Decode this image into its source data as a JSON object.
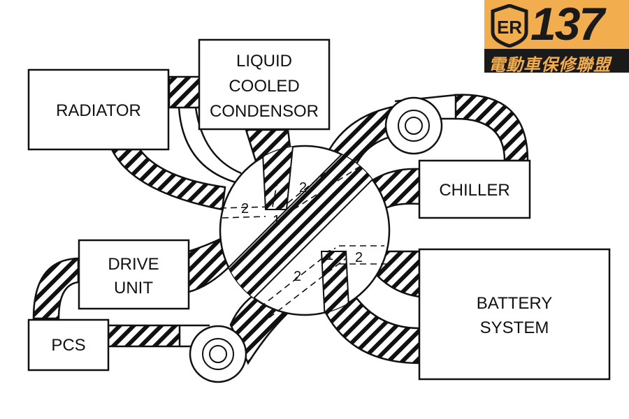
{
  "diagram": {
    "title": "Thermal management loop with multi-port valve",
    "components": {
      "radiator": "RADIATOR",
      "condensor_line1": "LIQUID",
      "condensor_line2": "COOLED",
      "condensor_line3": "CONDENSOR",
      "chiller": "CHILLER",
      "drive_unit_line1": "DRIVE",
      "drive_unit_line2": "UNIT",
      "pcs": "PCS",
      "battery_line1": "BATTERY",
      "battery_line2": "SYSTEM"
    },
    "valve_port_labels": [
      "2",
      "1",
      "2",
      "2",
      "1",
      "2"
    ],
    "pumps": [
      "pump-top",
      "pump-bottom"
    ]
  },
  "logo": {
    "badge_letters": "ER",
    "number": "137",
    "subtitle": "電動車保修聯盟",
    "bg_color": "#f2ad4e",
    "band_color": "#1a1a1a"
  }
}
